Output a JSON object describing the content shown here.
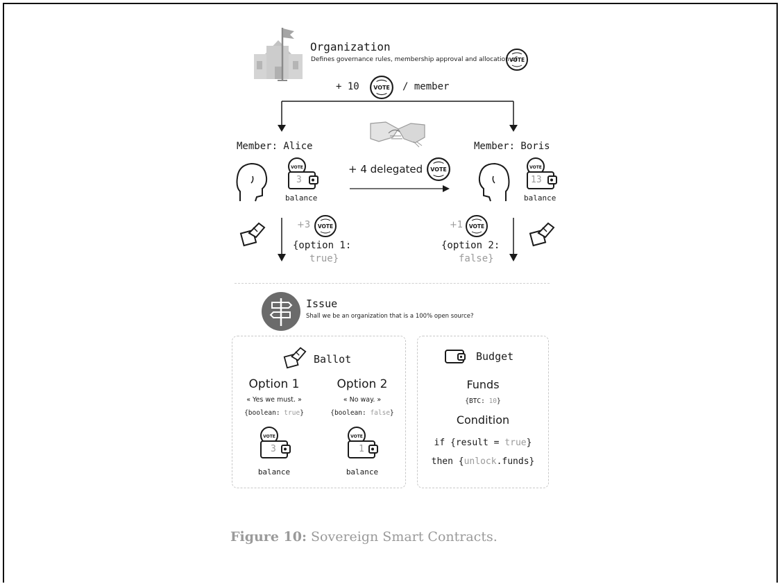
{
  "organization": {
    "title": "Organization",
    "subtitle": "Defines governance rules, membership approval and allocation of"
  },
  "allocation": {
    "prefix": "+ 10",
    "suffix": "/ member"
  },
  "members": {
    "alice": {
      "label": "Member: Alice",
      "balance": "3",
      "balance_label": "balance"
    },
    "boris": {
      "label": "Member: Boris",
      "balance": "13",
      "balance_label": "balance"
    }
  },
  "delegation": {
    "label": "+ 4 delegated"
  },
  "votes": {
    "alice": {
      "amount": "+3",
      "line1": "{option 1:",
      "line2": "true}"
    },
    "boris": {
      "amount": "+1",
      "line1": "{option 2:",
      "line2": "false}"
    }
  },
  "token_label": "VOTE",
  "issue": {
    "title": "Issue",
    "question": "Shall we be an organization that is a 100% open source?"
  },
  "ballot": {
    "title": "Ballot",
    "options": [
      {
        "name": "Option 1",
        "quote": "« Yes we must. »",
        "type_prefix": "{boolean:",
        "type_value": "true",
        "type_suffix": "}",
        "balance": "3",
        "balance_label": "balance"
      },
      {
        "name": "Option 2",
        "quote": "« No way. »",
        "type_prefix": "{boolean:",
        "type_value": "false",
        "type_suffix": "}",
        "balance": "1",
        "balance_label": "balance"
      }
    ]
  },
  "budget": {
    "title": "Budget",
    "funds_heading": "Funds",
    "funds_prefix": "{BTC:",
    "funds_value": "10",
    "funds_suffix": "}",
    "condition_heading": "Condition",
    "line1_prefix": "if {result = ",
    "line1_value": "true",
    "line1_suffix": "}",
    "line2_prefix": "then {",
    "line2_value": "unlock",
    "line2_suffix": ".funds}"
  },
  "caption": {
    "label": "Figure 10:",
    "text": "Sovereign Smart Contracts."
  },
  "colors": {
    "ink": "#1a1a1a",
    "muted": "#9a9a9a",
    "issue_circle": "#6b6b6b",
    "building": "#c9c9c9",
    "dash": "#c8c8c8"
  }
}
